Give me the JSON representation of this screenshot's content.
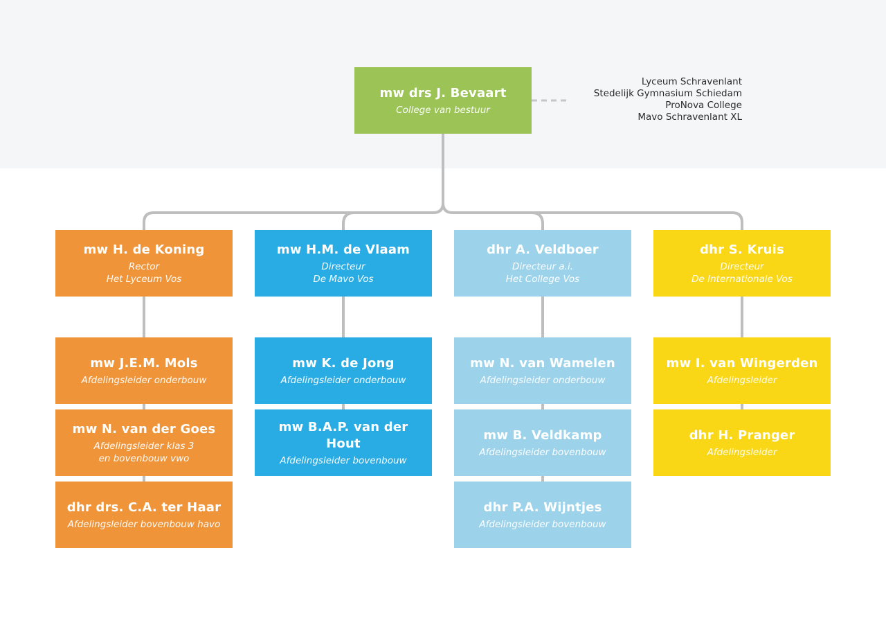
{
  "palette": {
    "band": "#f5f6f8",
    "green": "#9bc356",
    "orange": "#ef9439",
    "blue": "#29ace3",
    "lightblue": "#9dd3ea",
    "yellow": "#f9d616",
    "connector": "#bebebe",
    "dashed_connector": "#c6c6c6",
    "side_text": "#2b2b2b"
  },
  "root": {
    "title": "mw drs J. Bevaart",
    "subtitle": "College van bestuur"
  },
  "side_schools": {
    "line0": "Lyceum Schravenlant",
    "line1": "Stedelijk Gymnasium Schiedam",
    "line2": "ProNova College",
    "line3": "Mavo Schravenlant XL"
  },
  "columns": [
    {
      "color": "orange",
      "nodes": [
        {
          "title": "mw H. de Koning",
          "subtitle": "Rector\nHet Lyceum Vos"
        },
        {
          "title": "mw J.E.M. Mols",
          "subtitle": "Afdelingsleider onderbouw"
        },
        {
          "title": "mw N. van der Goes",
          "subtitle": "Afdelingsleider klas 3\nen bovenbouw vwo"
        },
        {
          "title": "dhr drs. C.A. ter Haar",
          "subtitle": "Afdelingsleider bovenbouw havo"
        }
      ]
    },
    {
      "color": "blue",
      "nodes": [
        {
          "title": "mw H.M. de Vlaam",
          "subtitle": "Directeur\nDe Mavo Vos"
        },
        {
          "title": "mw K. de Jong",
          "subtitle": "Afdelingsleider onderbouw"
        },
        {
          "title": "mw B.A.P. van der Hout",
          "subtitle": "Afdelingsleider bovenbouw"
        }
      ]
    },
    {
      "color": "lightblue",
      "nodes": [
        {
          "title": "dhr A. Veldboer",
          "subtitle": "Directeur a.i.\nHet College Vos"
        },
        {
          "title": "mw N. van Wamelen",
          "subtitle": "Afdelingsleider onderbouw"
        },
        {
          "title": "mw B. Veldkamp",
          "subtitle": "Afdelingsleider bovenbouw"
        },
        {
          "title": "dhr P.A. Wijntjes",
          "subtitle": "Afdelingsleider bovenbouw"
        }
      ]
    },
    {
      "color": "yellow",
      "nodes": [
        {
          "title": "dhr S. Kruis",
          "subtitle": "Directeur\nDe Internationale Vos"
        },
        {
          "title": "mw I. van Wingerden",
          "subtitle": "Afdelingsleider"
        },
        {
          "title": "dhr H. Pranger",
          "subtitle": "Afdelingsleider"
        }
      ]
    }
  ]
}
